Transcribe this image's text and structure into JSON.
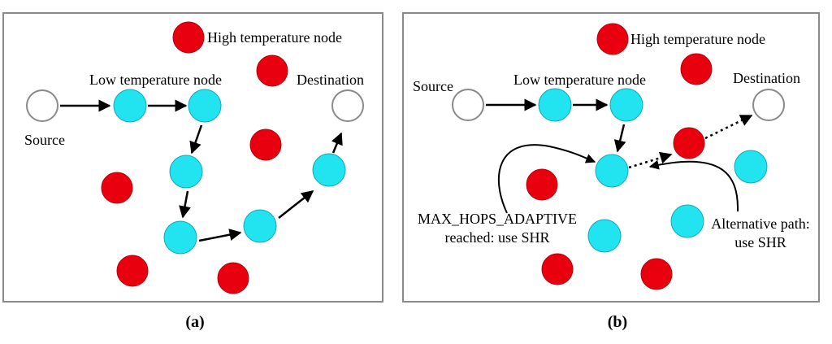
{
  "colors": {
    "high_node": "#e8000f",
    "low_node": "#22e3f0",
    "endpoint_node": "#ffffff",
    "frame": "#8a8a8a"
  },
  "panel_a": {
    "caption": "(a)",
    "labels": {
      "high": "High temperature node",
      "low": "Low temperature node",
      "source": "Source",
      "destination": "Destination"
    }
  },
  "panel_b": {
    "caption": "(b)",
    "labels": {
      "high": "High temperature node",
      "low": "Low temperature node",
      "source": "Source",
      "destination": "Destination",
      "max_hops_line1": "MAX_HOPS_ADAPTIVE",
      "max_hops_line2": "reached: use SHR",
      "alt_line1": "Alternative path:",
      "alt_line2": "use SHR"
    }
  }
}
